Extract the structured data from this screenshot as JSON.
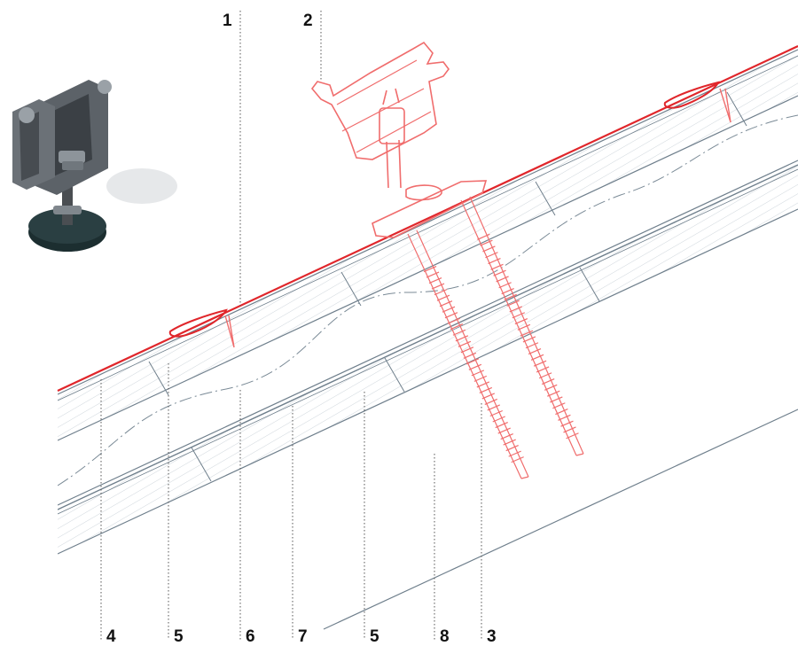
{
  "diagram": {
    "top_labels": [
      "1",
      "2"
    ],
    "bottom_labels": [
      "4",
      "5",
      "6",
      "7",
      "5",
      "8",
      "3"
    ]
  },
  "colors": {
    "accent_red": "#e0262b",
    "fastener_red": "#f06d6d",
    "line_gray": "#6f7f8c",
    "hatch_gray": "#b6c0c8",
    "leader_gray": "#555555",
    "label_text": "#111111"
  }
}
